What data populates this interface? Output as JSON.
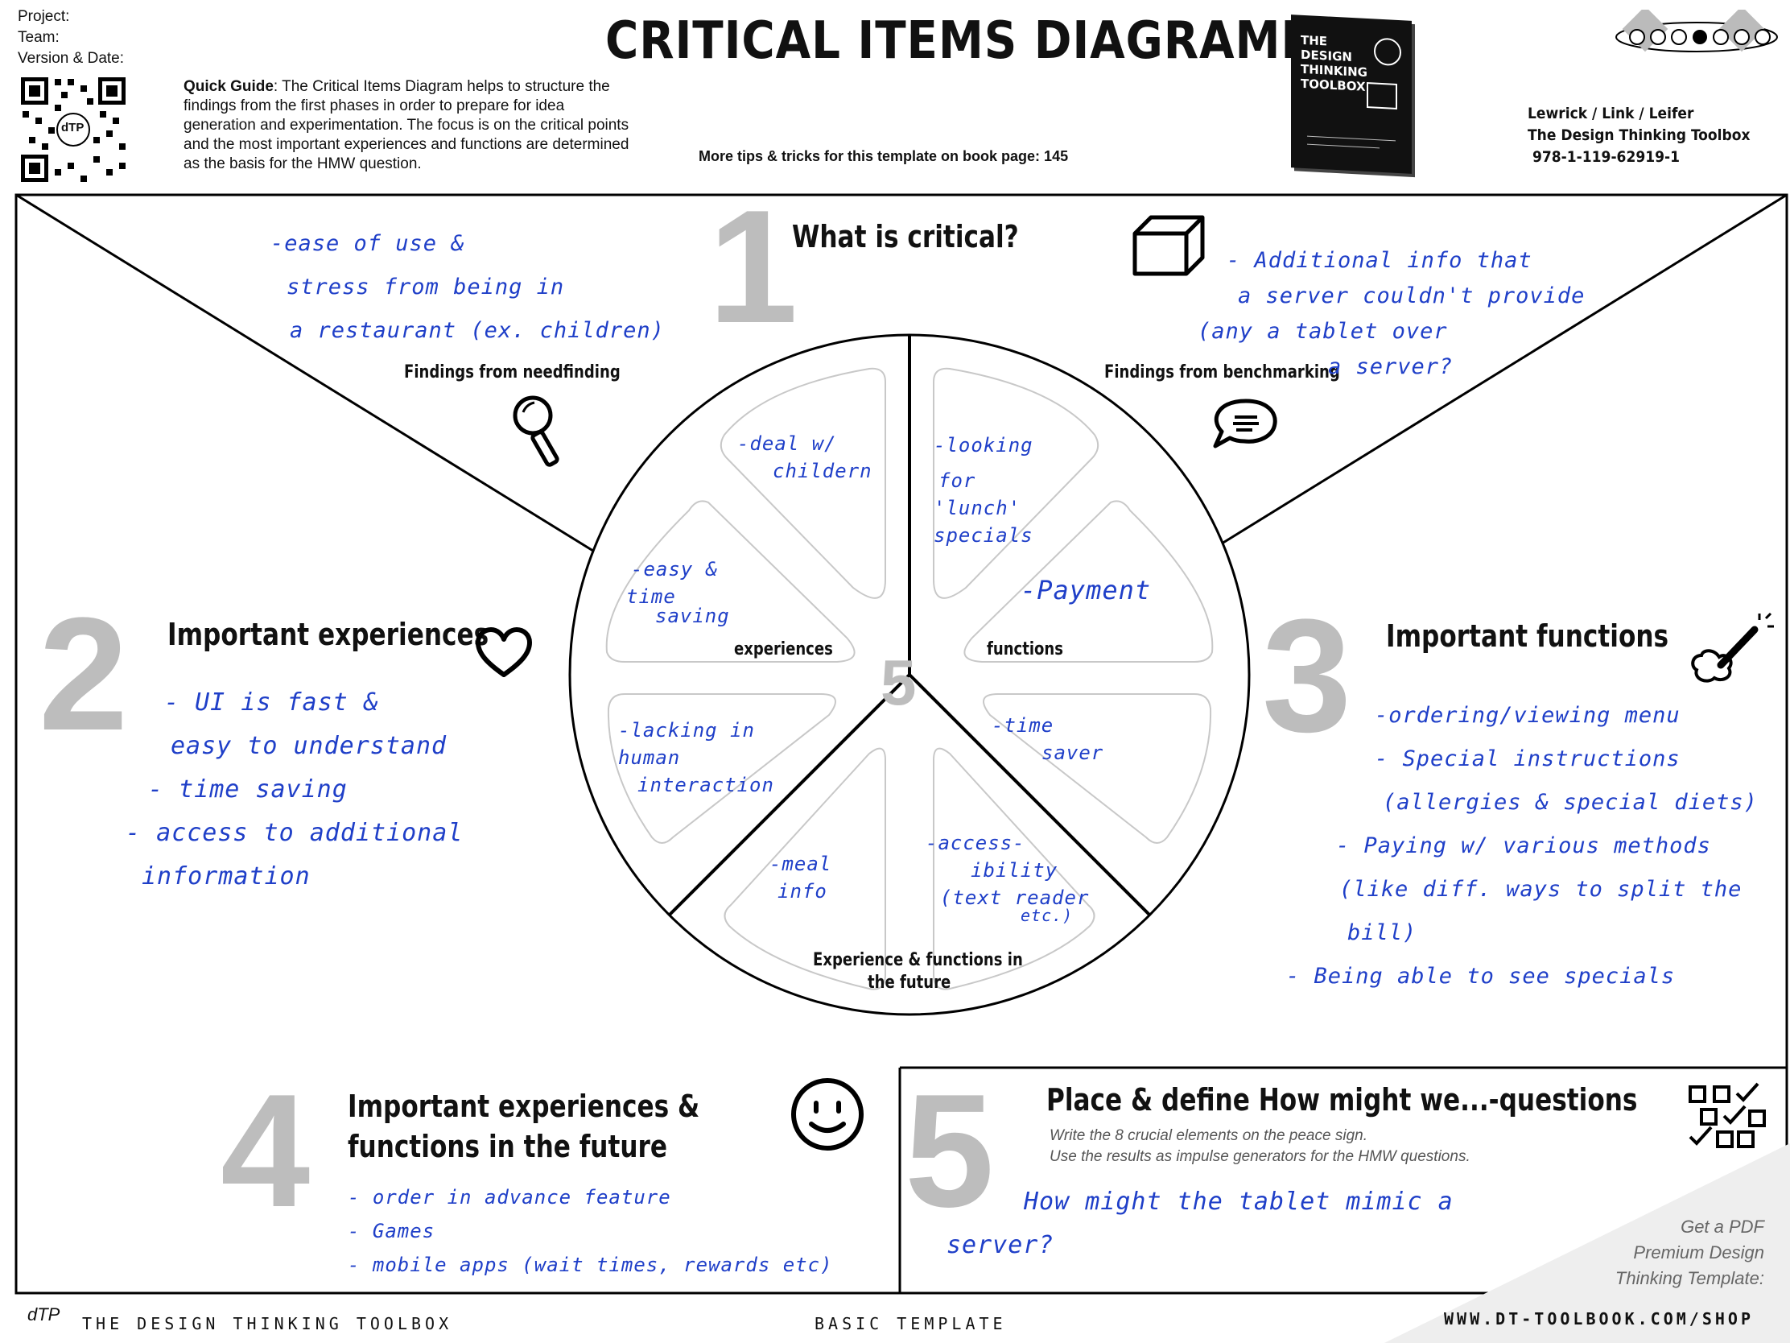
{
  "header": {
    "project_label": "Project:",
    "team_label": "Team:",
    "version_label": "Version & Date:",
    "title": "CRITICAL ITEMS DIAGRAMM",
    "guide_bold": "Quick Guide",
    "guide_text": ": The Critical Items Diagram helps to structure the findings from the first phases in order to prepare for idea generation and experimentation. The focus is on the critical points and the most important experiences and functions are determined as the basis for the HMW question.",
    "tips": "More tips & tricks for this template on book page: 145",
    "book_cover_title": "THE DESIGN THINKING TOOLBOX",
    "authors": "Lewrick / Link / Leifer",
    "book_title": "The Design Thinking Toolbox",
    "isbn": "978-1-119-62919-1",
    "qr_text": "dTP"
  },
  "section1": {
    "number": "1",
    "title": "What is critical?",
    "left_label": "Findings from needfinding",
    "right_label": "Findings from benchmarking",
    "left_notes": [
      "-ease of use &",
      "stress from being in",
      "a restaurant (ex. children)"
    ],
    "right_notes": [
      "- Additional info that",
      "a server couldn't provide",
      "(any a tablet over",
      "a server?"
    ]
  },
  "section2": {
    "number": "2",
    "title": "Important experiences",
    "notes": [
      "- UI is fast &",
      "easy to understand",
      "- time saving",
      "- access to additional",
      "information"
    ]
  },
  "section3": {
    "number": "3",
    "title": "Important functions",
    "notes": [
      "-ordering/viewing menu",
      "- Special instructions",
      "(allergies & special diets)",
      "- Paying w/ various methods",
      "(like diff. ways to split the",
      "bill)",
      "- Being able to see specials"
    ]
  },
  "section4": {
    "number": "4",
    "title_line1": "Important experiences &",
    "title_line2": "functions in the future",
    "notes": [
      "- order in advance feature",
      "- Games",
      "- mobile apps (wait times, rewards etc)"
    ]
  },
  "section5": {
    "number": "5",
    "title": "Place & define How might we...-questions",
    "instr1": "Write the 8 crucial elements on the peace sign.",
    "instr2": "Use the results as impulse generators for the HMW questions.",
    "notes": [
      "How might the tablet mimic a",
      "server?"
    ]
  },
  "wheel": {
    "center_number": "5",
    "experiences_label": "experiences",
    "functions_label": "functions",
    "future_label_line1": "Experience & functions in",
    "future_label_line2": "the future",
    "petals": {
      "tl": [
        "-deal w/",
        "childern"
      ],
      "ml": [
        "-easy &",
        "time",
        "saving"
      ],
      "bl": [
        "-lacking in",
        "human",
        "interaction"
      ],
      "bml": [
        "-meal",
        "info"
      ],
      "bmr": [
        "-access-",
        "ibility",
        "(text reader",
        "etc.)"
      ],
      "tr": [
        "-looking",
        "for",
        "'lunch'",
        "specials"
      ],
      "mr": [
        "-Payment"
      ],
      "br": [
        "-time",
        "saver"
      ]
    }
  },
  "promo": {
    "line1": "Get a PDF",
    "line2": "Premium Design",
    "line3": "Thinking Template:",
    "url": "WWW.DT-TOOLBOOK.COM/SHOP"
  },
  "footer": {
    "logo": "dTP",
    "left": "THE DESIGN THINKING TOOLBOX",
    "center": "BASIC TEMPLATE"
  }
}
